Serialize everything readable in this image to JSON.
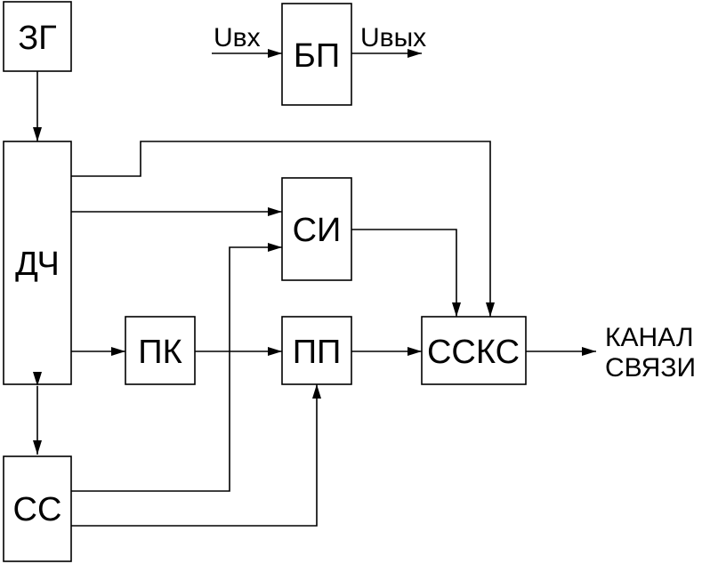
{
  "blocks": {
    "zg": "ЗГ",
    "bp": "БП",
    "dch": "ДЧ",
    "si": "СИ",
    "pk": "ПК",
    "pp": "ПП",
    "ssks": "ССКС",
    "ss": "СС"
  },
  "power": {
    "input": "Uвх",
    "output": "Uвых"
  },
  "output_label": {
    "line1": "КАНАЛ",
    "line2": "СВЯЗИ"
  }
}
